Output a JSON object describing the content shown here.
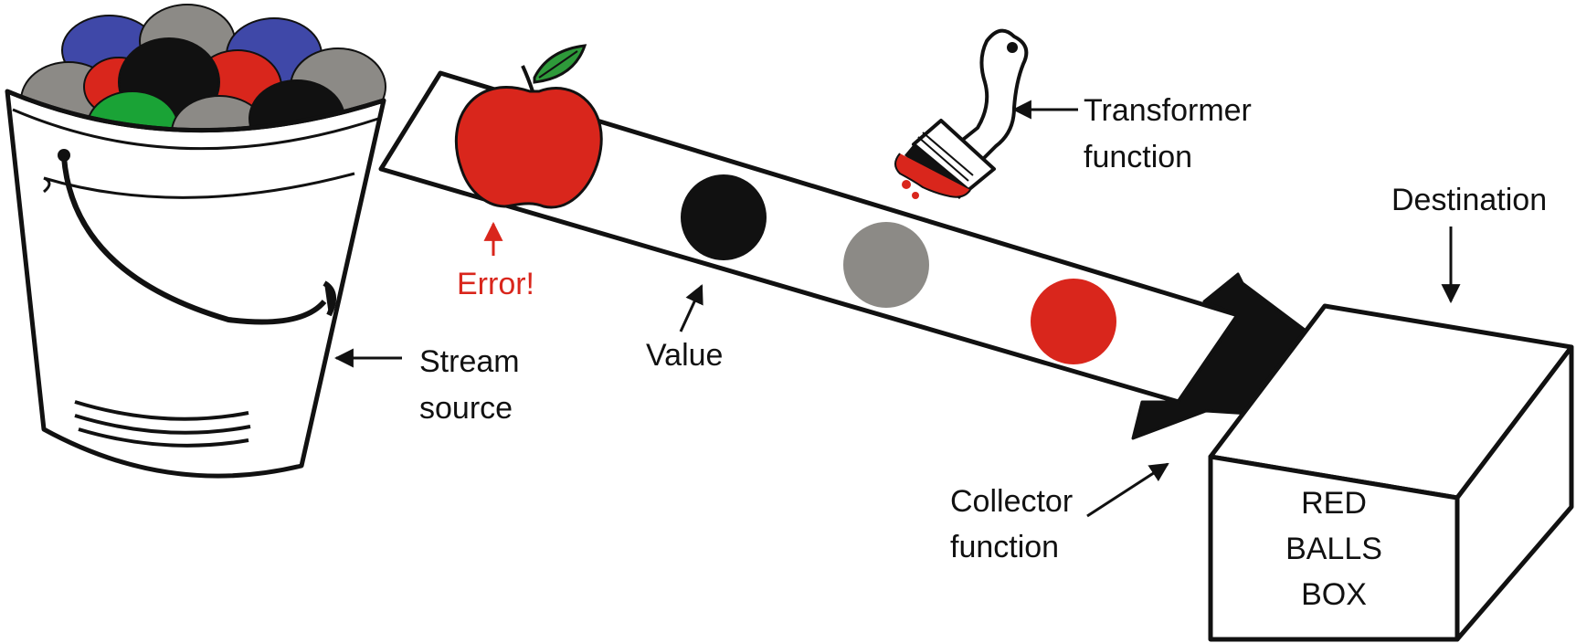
{
  "labels": {
    "stream_source": [
      "Stream",
      "source"
    ],
    "value": "Value",
    "error": "Error!",
    "transformer": [
      "Transformer",
      "function"
    ],
    "destination": "Destination",
    "collector": [
      "Collector",
      "function"
    ],
    "box_text": [
      "RED",
      "BALLS",
      "BOX"
    ]
  },
  "colors": {
    "red": "#d9261c",
    "black": "#111111",
    "gray": "#8c8a86",
    "blue": "#3f48a8",
    "green": "#1aa336",
    "leaf": "#2e9a3a"
  },
  "icons": [
    "bucket-icon",
    "apple-icon",
    "paintbrush-icon"
  ]
}
